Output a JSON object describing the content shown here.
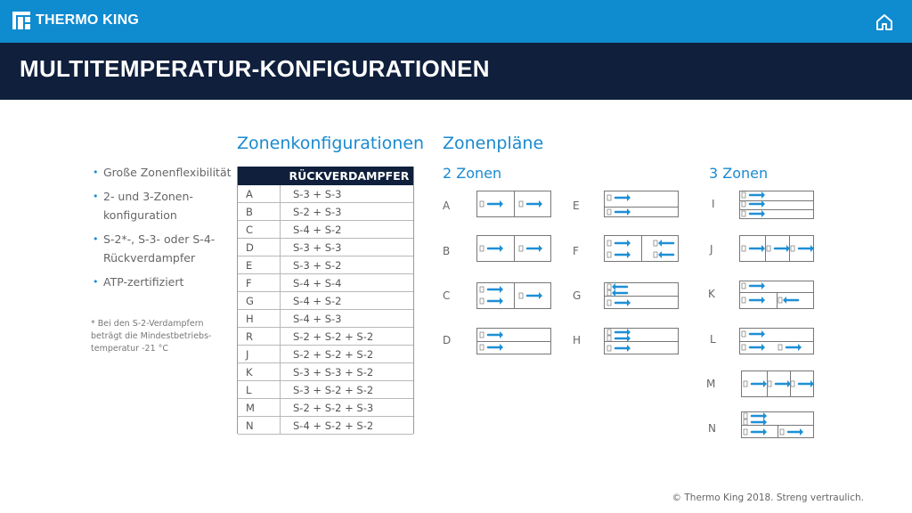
{
  "header": {
    "brand": "THERMO KING",
    "home_icon": "home-icon",
    "title": "MULTITEMPERATUR-KONFIGURATIONEN"
  },
  "colors": {
    "top_bar": "#0f8bd0",
    "title_bar": "#0f1f3c",
    "accent": "#1a8ad0",
    "arrow": "#1e8fd6"
  },
  "headings": {
    "zonenkonfigurationen": "Zonenkonfigurationen",
    "zonenplaene": "Zonenpläne",
    "two_zones": "2 Zonen",
    "three_zones": "3 Zonen"
  },
  "bullets": [
    "Große Zonenflexibilität",
    "2- und 3-Zonen-konfiguration",
    "S-2*-, S-3- oder S-4-Rückverdampfer",
    "ATP-zertifiziert"
  ],
  "footnote": "* Bei den S-2-Verdampfern beträgt die Mindestbetriebs-temperatur -21 °C",
  "config_table": {
    "header": "RÜCKVERDAMPFER",
    "rows": [
      {
        "key": "A",
        "value": "S-3 + S-3"
      },
      {
        "key": "B",
        "value": "S-2 + S-3"
      },
      {
        "key": "C",
        "value": "S-4 + S-2"
      },
      {
        "key": "D",
        "value": "S-3 + S-3"
      },
      {
        "key": "E",
        "value": "S-3 + S-2"
      },
      {
        "key": "F",
        "value": "S-4 + S-4"
      },
      {
        "key": "G",
        "value": "S-4 + S-2"
      },
      {
        "key": "H",
        "value": "S-4 + S-3"
      },
      {
        "key": "R",
        "value": "S-2 + S-2 + S-2"
      },
      {
        "key": "J",
        "value": "S-2 + S-2 + S-2"
      },
      {
        "key": "K",
        "value": "S-3 + S-3 + S-2"
      },
      {
        "key": "L",
        "value": "S-3 + S-2 + S-2"
      },
      {
        "key": "M",
        "value": "S-2 + S-2 + S-3"
      },
      {
        "key": "N",
        "value": "S-4 + S-2 + S-2"
      }
    ]
  },
  "plans": {
    "two_zone_labels": [
      "A",
      "B",
      "C",
      "D",
      "E",
      "F",
      "G",
      "H"
    ],
    "three_zone_labels": [
      "I",
      "J",
      "K",
      "L",
      "M",
      "N"
    ]
  },
  "footer": "© Thermo King 2018. Streng vertraulich."
}
